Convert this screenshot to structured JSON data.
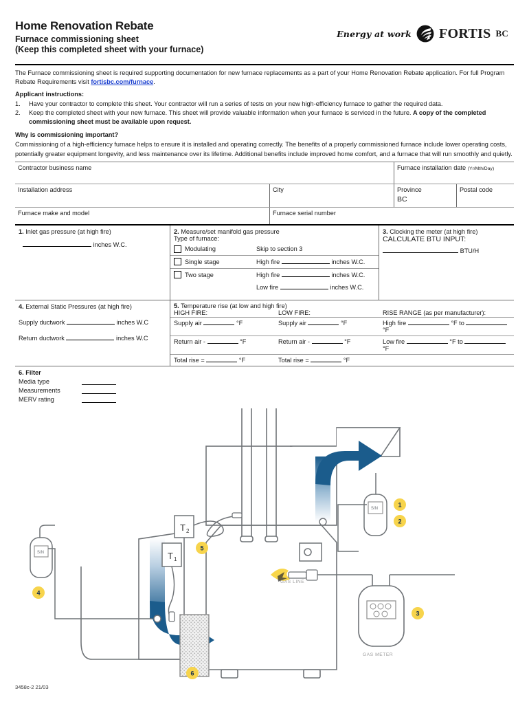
{
  "header": {
    "title": "Home Renovation Rebate",
    "subtitle": "Furnace commissioning sheet",
    "subtitle2": "(Keep this completed sheet with your furnace)",
    "logo_tagline": "Energy at work",
    "logo_name": "FORTIS",
    "logo_region": "BC"
  },
  "intro": {
    "para1_a": "The Furnace commissioning sheet is required supporting documentation for new furnace replacements as a part of your Home Renovation Rebate application. For full Program Rebate Requirements visit ",
    "link": "fortisbc.com/furnace",
    "para1_b": ".",
    "applicant_heading": "Applicant instructions:",
    "items": [
      {
        "num": "1.",
        "text": "Have your contractor to complete this sheet. Your contractor will run a series of tests on your new high-efficiency furnace to gather the required data."
      },
      {
        "num": "2.",
        "text_a": "Keep the completed sheet with your new furnace. This sheet will provide valuable information when your furnace is serviced in the future. ",
        "text_bold": "A copy of the completed commissioning sheet must be available upon request."
      }
    ],
    "why_heading": "Why is commissioning important?",
    "why_body": "Commissioning of a high-efficiency furnace helps to ensure it is installed and operating correctly. The benefits of a properly commissioned furnace include lower operating costs, potentially greater equipment longevity, and less maintenance over its lifetime. Additional benefits include improved home comfort, and a furnace that will run smoothly and quietly."
  },
  "form": {
    "contractor_business_name": "Contractor business name",
    "furnace_installation_date": "Furnace installation date",
    "furnace_installation_date_hint": "(Yr/Mth/Day)",
    "installation_address": "Installation address",
    "city": "City",
    "province": "Province",
    "province_value": "BC",
    "postal_code": "Postal code",
    "furnace_make_model": "Furnace make and model",
    "furnace_serial_number": "Furnace serial number"
  },
  "section1": {
    "num": "1.",
    "title": "Inlet gas pressure (at high fire)",
    "unit": "inches W.C."
  },
  "section2": {
    "num": "2.",
    "title": "Measure/set manifold gas pressure",
    "type_label": "Type of furnace:",
    "rows": [
      {
        "option": "Modulating",
        "note": "Skip to section 3"
      },
      {
        "option": "Single stage",
        "fire": "High fire",
        "unit": "inches W.C."
      },
      {
        "option": "Two stage",
        "fire": "High fire",
        "unit": "inches W.C."
      },
      {
        "option": "",
        "fire": "Low fire",
        "unit": "inches W.C."
      }
    ]
  },
  "section3": {
    "num": "3.",
    "title": "Clocking the meter (at high fire)",
    "calculate": "CALCULATE BTU INPUT:",
    "unit": "BTU/H"
  },
  "section4": {
    "num": "4.",
    "title": "External Static Pressures (at high fire)",
    "supply_label": "Supply ductwork",
    "supply_unit": "inches W.C",
    "return_label": "Return ductwork",
    "return_unit": "inches W.C"
  },
  "section5": {
    "num": "5.",
    "title": "Temperature rise (at low and high fire)",
    "col1_header": "HIGH FIRE:",
    "col2_header": "LOW FIRE:",
    "col3_header": "RISE RANGE (as per manufacturer):",
    "deg": "°F",
    "rows": [
      {
        "c1": "Supply air",
        "c2": "Supply air",
        "c3": "High fire",
        "c3_mid": "°F to"
      },
      {
        "c1": "Return air -",
        "c2": "Return air -",
        "c3": "Low fire",
        "c3_mid": "°F to"
      },
      {
        "c1": "Total rise =",
        "c2": "Total rise =",
        "c3": "",
        "c3_mid": ""
      }
    ]
  },
  "section6": {
    "num": "6.",
    "title": "Filter",
    "rows": [
      {
        "label": "Media type"
      },
      {
        "label": "Measurements"
      },
      {
        "label": "MERV rating"
      }
    ]
  },
  "diagram": {
    "labels": {
      "gas_line": "GAS LINE",
      "gas_meter": "GAS METER",
      "t1": "T",
      "t1_sub": "1",
      "t2": "T",
      "t2_sub": "2"
    },
    "callouts": [
      "1",
      "2",
      "3",
      "4",
      "5",
      "6"
    ],
    "colors": {
      "airflow_blue": "#1b5c8c",
      "callout_yellow": "#f7d44c",
      "flame_yellow": "#f8d64a",
      "outline_gray": "#6f7377"
    }
  },
  "footer": {
    "doc_code": "3458c-2 21/03"
  }
}
